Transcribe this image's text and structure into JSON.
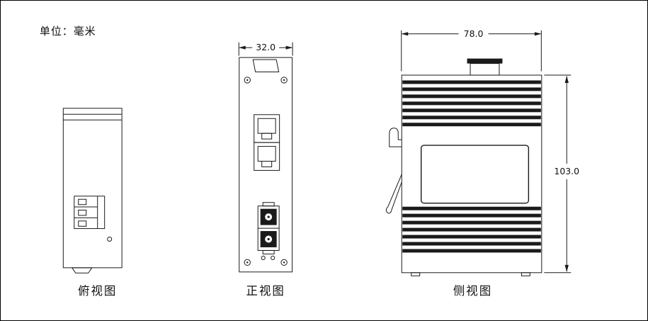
{
  "unit_label": "单位：毫米",
  "views": {
    "top": {
      "label": "俯视图"
    },
    "front": {
      "label": "正视图",
      "width_dim": "32.0"
    },
    "side": {
      "label": "侧视图",
      "width_dim": "78.0",
      "height_dim": "103.0"
    }
  },
  "colors": {
    "line": "#1a1a1a",
    "background": "#ffffff"
  }
}
